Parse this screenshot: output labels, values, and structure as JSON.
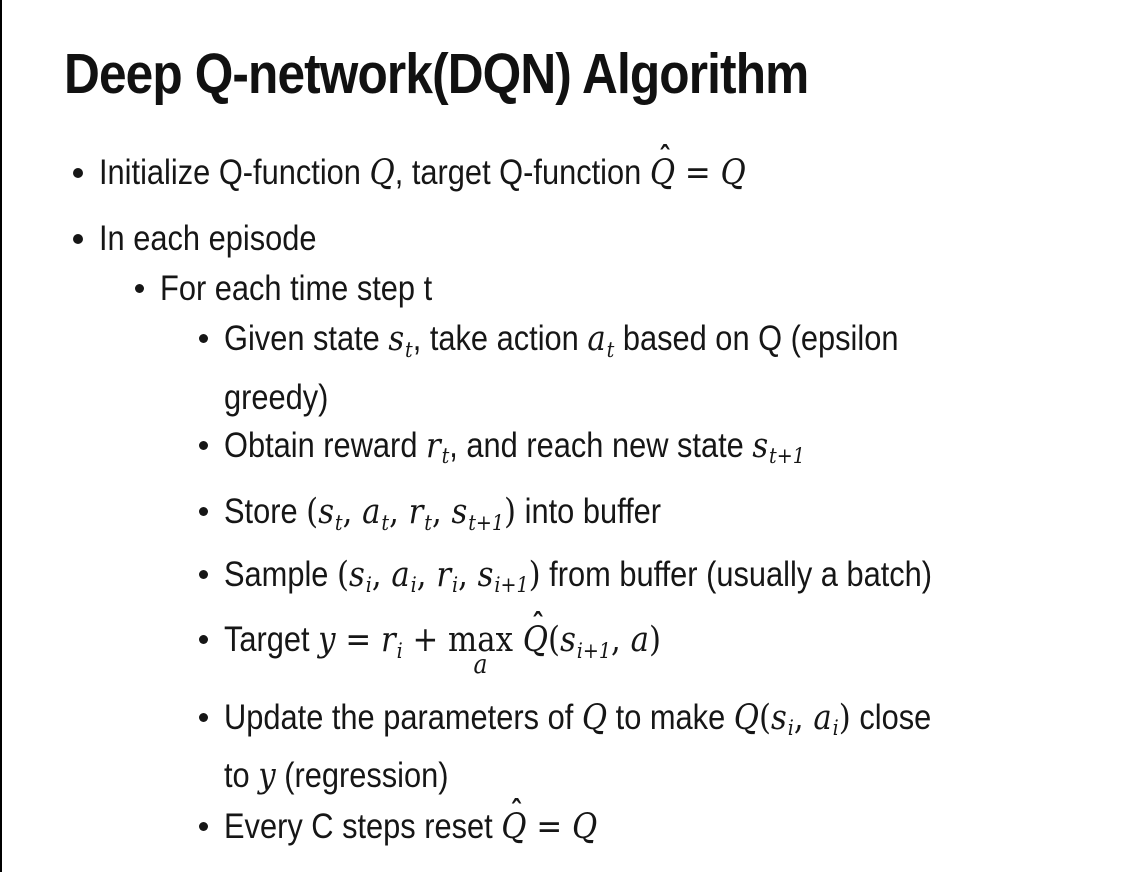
{
  "slide": {
    "title": "Deep Q-network(DQN) Algorithm",
    "colors": {
      "background": "#ffffff",
      "text": "#161616",
      "left_border": "#000000"
    },
    "bullets": [
      {
        "level": 1,
        "lines": [
          [
            {
              "type": "text",
              "text": "Initialize Q-function "
            },
            {
              "type": "var",
              "text": "Q"
            },
            {
              "type": "text",
              "text": ", target Q-function "
            },
            {
              "type": "hat",
              "text": "Q"
            },
            {
              "type": "math",
              "text": " = "
            },
            {
              "type": "var",
              "text": "Q"
            }
          ]
        ]
      },
      {
        "level": 1,
        "lines": [
          [
            {
              "type": "text",
              "text": "In each episode"
            }
          ]
        ]
      },
      {
        "level": 2,
        "lines": [
          [
            {
              "type": "text",
              "text": "For each time step t"
            }
          ]
        ]
      },
      {
        "level": 3,
        "lines": [
          [
            {
              "type": "text",
              "text": "Given state "
            },
            {
              "type": "var",
              "text": "s"
            },
            {
              "type": "sub",
              "text": "t"
            },
            {
              "type": "text",
              "text": ", take action "
            },
            {
              "type": "var",
              "text": "a"
            },
            {
              "type": "sub",
              "text": "t"
            },
            {
              "type": "text",
              "text": " based on Q (epsilon"
            }
          ],
          [
            {
              "type": "text",
              "text": "greedy)"
            }
          ]
        ]
      },
      {
        "level": 3,
        "lines": [
          [
            {
              "type": "text",
              "text": "Obtain reward "
            },
            {
              "type": "var",
              "text": "r"
            },
            {
              "type": "sub",
              "text": "t"
            },
            {
              "type": "text",
              "text": ", and reach new state "
            },
            {
              "type": "var",
              "text": "s"
            },
            {
              "type": "sub",
              "text": "t+1"
            }
          ]
        ]
      },
      {
        "level": 3,
        "lines": [
          [
            {
              "type": "text",
              "text": "Store "
            },
            {
              "type": "math",
              "text": "("
            },
            {
              "type": "var",
              "text": "s"
            },
            {
              "type": "sub",
              "text": "t"
            },
            {
              "type": "math",
              "text": ", "
            },
            {
              "type": "var",
              "text": "a"
            },
            {
              "type": "sub",
              "text": "t"
            },
            {
              "type": "math",
              "text": ", "
            },
            {
              "type": "var",
              "text": "r"
            },
            {
              "type": "sub",
              "text": "t"
            },
            {
              "type": "math",
              "text": ", "
            },
            {
              "type": "var",
              "text": "s"
            },
            {
              "type": "sub",
              "text": "t+1"
            },
            {
              "type": "math",
              "text": ")"
            },
            {
              "type": "text",
              "text": " into buffer"
            }
          ]
        ]
      },
      {
        "level": 3,
        "lines": [
          [
            {
              "type": "text",
              "text": "Sample "
            },
            {
              "type": "math",
              "text": "("
            },
            {
              "type": "var",
              "text": "s"
            },
            {
              "type": "sub",
              "text": "i"
            },
            {
              "type": "math",
              "text": ", "
            },
            {
              "type": "var",
              "text": "a"
            },
            {
              "type": "sub",
              "text": "i"
            },
            {
              "type": "math",
              "text": ", "
            },
            {
              "type": "var",
              "text": "r"
            },
            {
              "type": "sub",
              "text": "i"
            },
            {
              "type": "math",
              "text": ", "
            },
            {
              "type": "var",
              "text": "s"
            },
            {
              "type": "sub",
              "text": "i+1"
            },
            {
              "type": "math",
              "text": ")"
            },
            {
              "type": "text",
              "text": " from buffer (usually a batch)"
            }
          ]
        ]
      },
      {
        "level": 3,
        "lines": [
          [
            {
              "type": "text",
              "text": "Target "
            },
            {
              "type": "var",
              "text": "y"
            },
            {
              "type": "math",
              "text": " = "
            },
            {
              "type": "var",
              "text": "r"
            },
            {
              "type": "sub",
              "text": "i"
            },
            {
              "type": "math",
              "text": " + "
            },
            {
              "type": "maxunder",
              "top": "max",
              "under": "a"
            },
            {
              "type": "math",
              "text": " "
            },
            {
              "type": "hat",
              "text": "Q"
            },
            {
              "type": "math",
              "text": "("
            },
            {
              "type": "var",
              "text": "s"
            },
            {
              "type": "sub",
              "text": "i+1"
            },
            {
              "type": "math",
              "text": ", "
            },
            {
              "type": "var",
              "text": "a"
            },
            {
              "type": "math",
              "text": ")"
            }
          ]
        ]
      },
      {
        "level": 3,
        "lines": [
          [
            {
              "type": "text",
              "text": "Update the parameters of "
            },
            {
              "type": "var",
              "text": "Q"
            },
            {
              "type": "text",
              "text": " to make "
            },
            {
              "type": "var",
              "text": "Q"
            },
            {
              "type": "math",
              "text": "("
            },
            {
              "type": "var",
              "text": "s"
            },
            {
              "type": "sub",
              "text": "i"
            },
            {
              "type": "math",
              "text": ", "
            },
            {
              "type": "var",
              "text": "a"
            },
            {
              "type": "sub",
              "text": "i"
            },
            {
              "type": "math",
              "text": ")"
            },
            {
              "type": "text",
              "text": " close"
            }
          ],
          [
            {
              "type": "text",
              "text": "to "
            },
            {
              "type": "var",
              "text": "y"
            },
            {
              "type": "text",
              "text": " (regression)"
            }
          ]
        ]
      },
      {
        "level": 3,
        "lines": [
          [
            {
              "type": "text",
              "text": "Every C steps reset "
            },
            {
              "type": "hat",
              "text": "Q"
            },
            {
              "type": "math",
              "text": " = "
            },
            {
              "type": "var",
              "text": "Q"
            }
          ]
        ]
      }
    ]
  }
}
